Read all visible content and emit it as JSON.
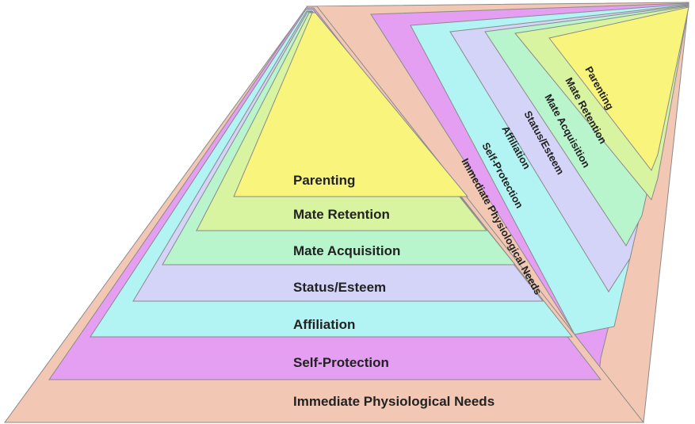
{
  "levels": [
    {
      "label": "Immediate Physiological Needs",
      "color": "#f2c8b4"
    },
    {
      "label": "Self-Protection",
      "color": "#e49ef2"
    },
    {
      "label": "Affiliation",
      "color": "#b2f4f4"
    },
    {
      "label": "Status/Esteem",
      "color": "#d4d4f8"
    },
    {
      "label": "Mate Acquisition",
      "color": "#b8f4cc"
    },
    {
      "label": "Mate Retention",
      "color": "#d8f4a0"
    },
    {
      "label": "Parenting",
      "color": "#f8f47c"
    }
  ]
}
